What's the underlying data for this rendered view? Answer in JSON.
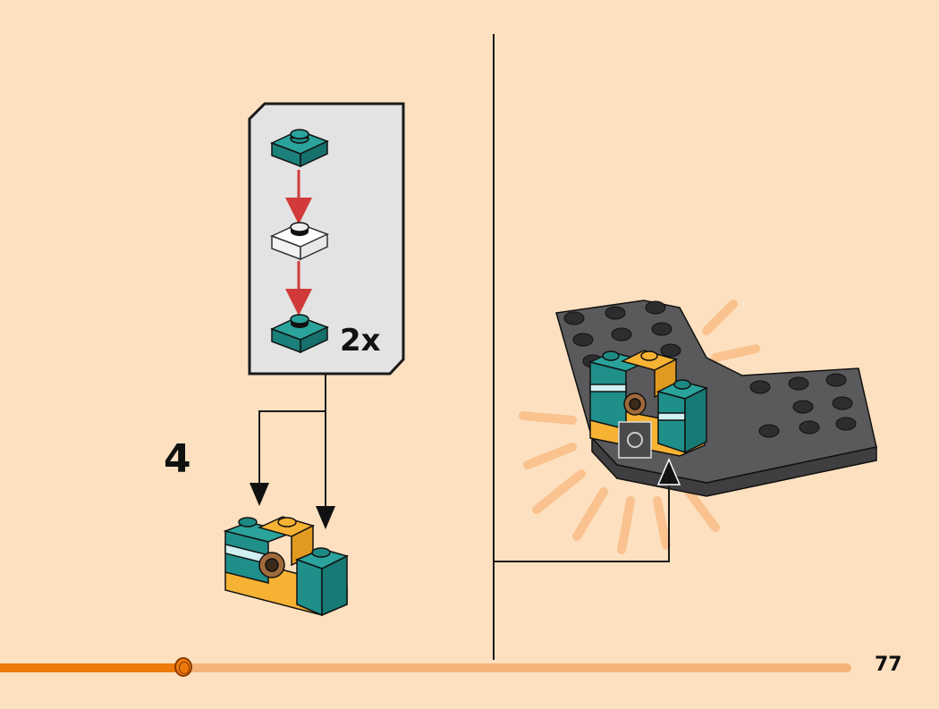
{
  "page": {
    "number": "77",
    "step": "4",
    "callout_quantity": "2x"
  },
  "progress": {
    "fraction": 0.215,
    "fill_color": "#ee7a0c",
    "track_color": "#f5b47a"
  },
  "colors": {
    "background": "#fde0bf",
    "callout_bg": "#e3e3e3",
    "teal": "#1f8f8a",
    "yellow": "#f6b233",
    "dark_gray": "#555558",
    "stud_dark": "#2d2d2f",
    "arrow_red": "#d23a3a",
    "burst": "#f8b67a"
  },
  "icons": {
    "sub_assembly_arrow": "down-arrow-icon",
    "placement_arrow": "up-arrow-icon"
  }
}
